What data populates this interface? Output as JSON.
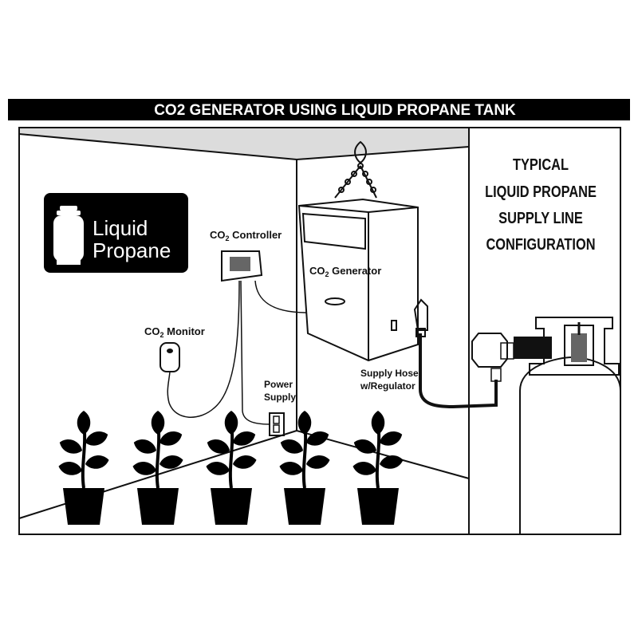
{
  "title": "CO2 GENERATOR USING LIQUID PROPANE TANK",
  "badge": {
    "line1": "Liquid",
    "line2": "Propane"
  },
  "labels": {
    "controller_pre": "CO",
    "controller_sub": "2",
    "controller_post": " Controller",
    "generator_pre": "CO",
    "generator_sub": "2",
    "generator_post": " Generator",
    "monitor_pre": "CO",
    "monitor_sub": "2",
    "monitor_post": " Monitor",
    "power_line1": "Power",
    "power_line2": "Supply",
    "hose_line1": "Supply Hose",
    "hose_line2": "w/Regulator"
  },
  "side_caption": [
    "TYPICAL",
    "LIQUID PROPANE",
    "SUPPLY LINE",
    "CONFIGURATION"
  ],
  "icons": [
    "propane-tank-icon",
    "plant-icon",
    "outlet-icon"
  ]
}
